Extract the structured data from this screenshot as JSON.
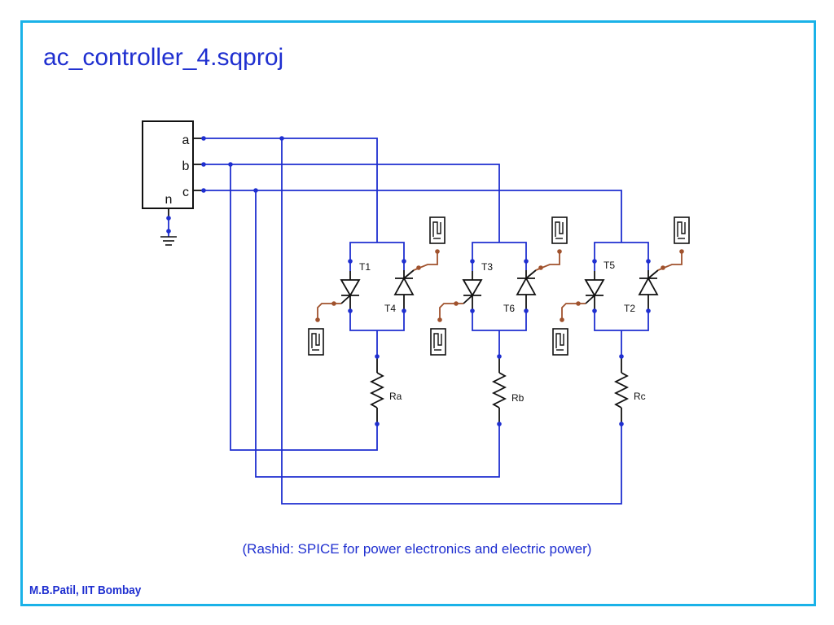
{
  "title": "ac_controller_4.sqproj",
  "caption": "(Rashid: SPICE for power electronics and electric power)",
  "author": "M.B.Patil, IIT Bombay",
  "colors": {
    "frame": "#1ab2e8",
    "text": "#1f2fd0",
    "wire": "#1f2fd0",
    "gate_wire": "#a0522d",
    "component": "#111111"
  },
  "source": {
    "terminals": [
      "a",
      "b",
      "c",
      "n"
    ]
  },
  "legs": [
    {
      "upper_thyristor": "T1",
      "lower_thyristor": "T4",
      "resistor": "Ra"
    },
    {
      "upper_thyristor": "T3",
      "lower_thyristor": "T6",
      "resistor": "Rb"
    },
    {
      "upper_thyristor": "T5",
      "lower_thyristor": "T2",
      "resistor": "Rc"
    }
  ]
}
